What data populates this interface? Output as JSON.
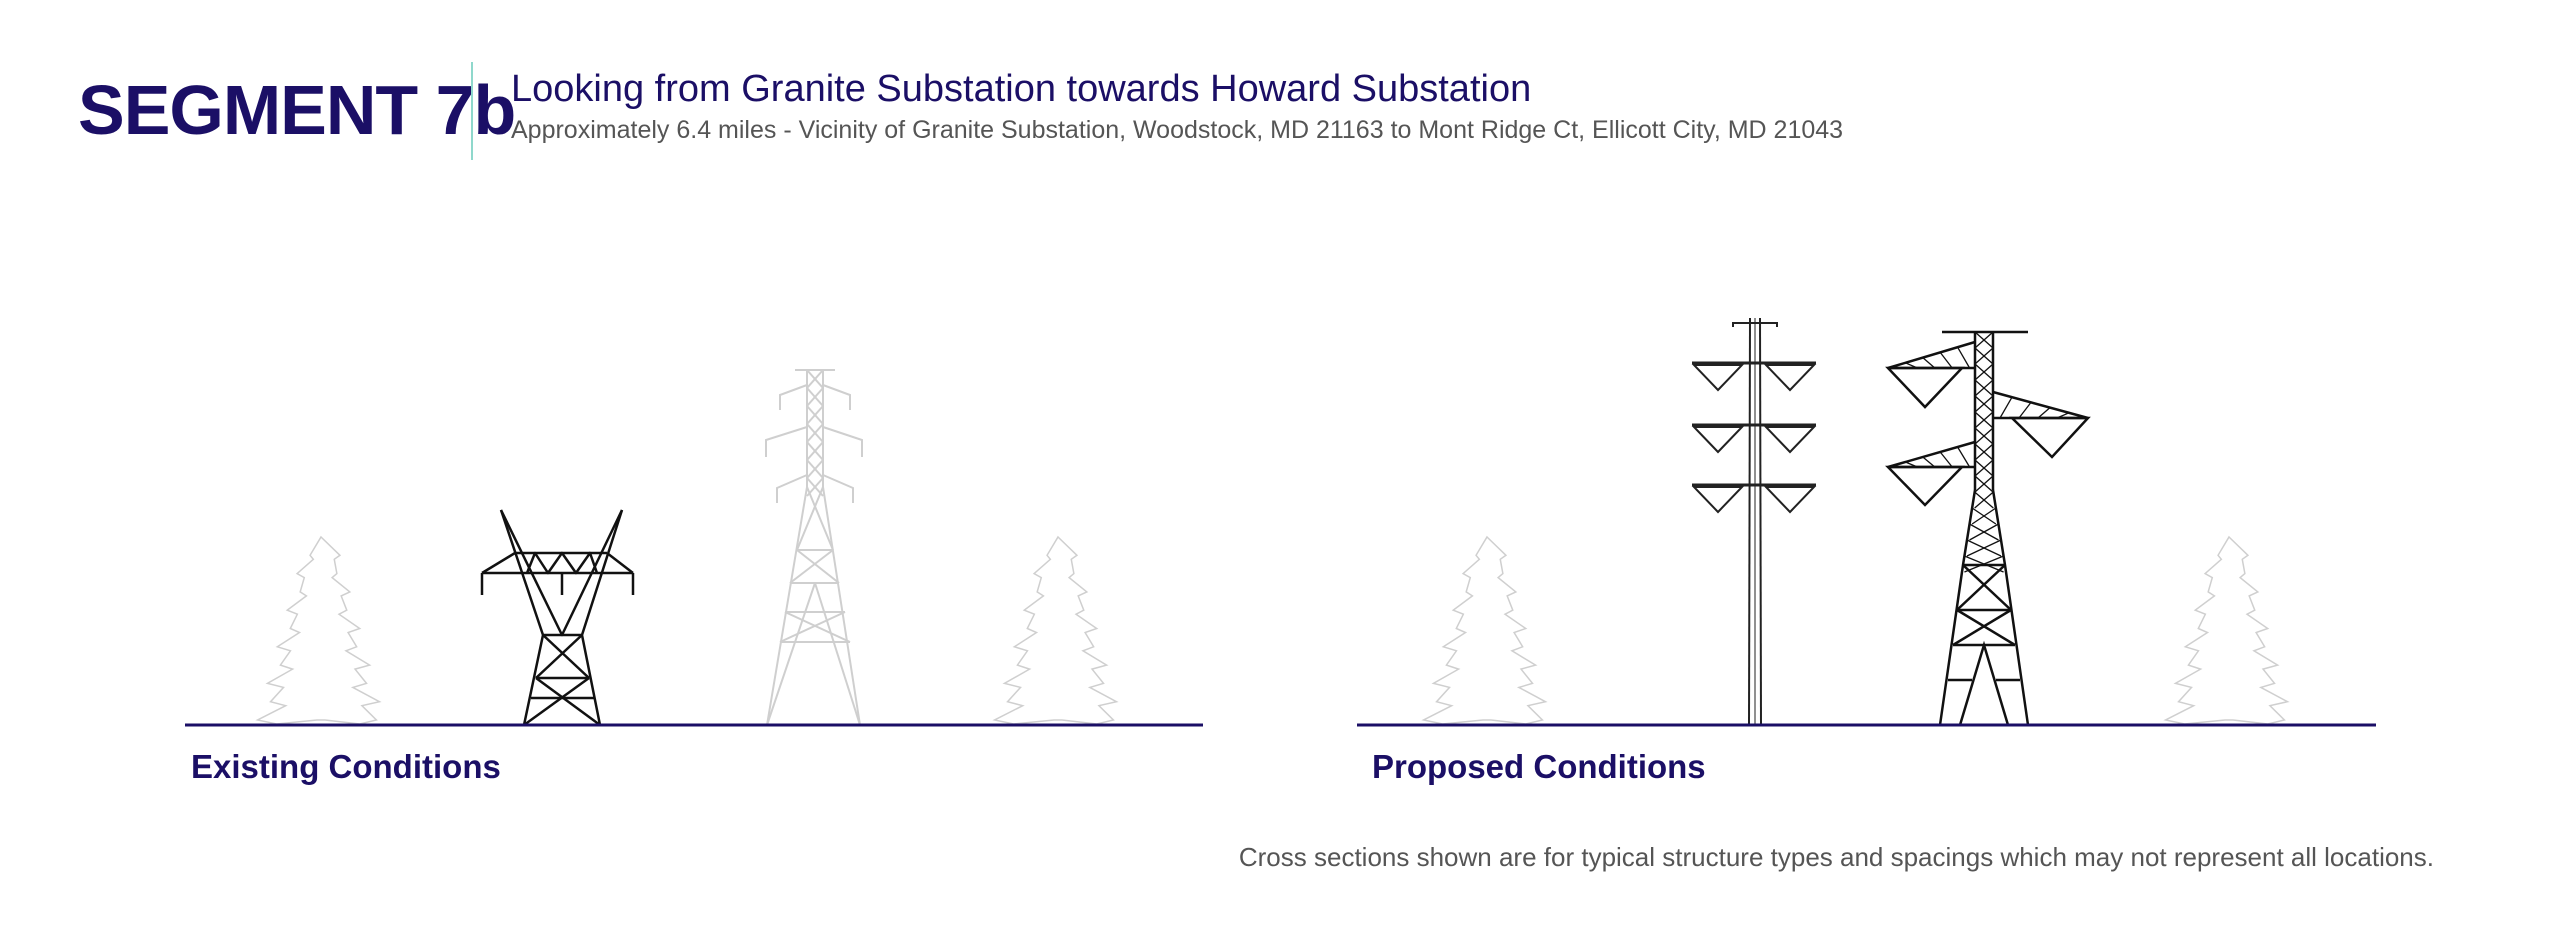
{
  "header": {
    "segment": "SEGMENT 7b",
    "title": "Looking from Granite Substation towards Howard Substation",
    "subtitle": "Approximately 6.4 miles - Vicinity of Granite Substation, Woodstock, MD 21163 to Mont Ridge Ct, Ellicott City, MD 21043"
  },
  "panels": {
    "existing": {
      "label": "Existing Conditions"
    },
    "proposed": {
      "label": "Proposed Conditions"
    }
  },
  "footnote": "Cross sections shown are for typical structure types and spacings which may not represent all locations.",
  "colors": {
    "navy": "#1b0f66",
    "accent": "#8fd8cc",
    "structure": "#111111",
    "faded": "#cccccc",
    "tree": "#cfcfcf"
  }
}
